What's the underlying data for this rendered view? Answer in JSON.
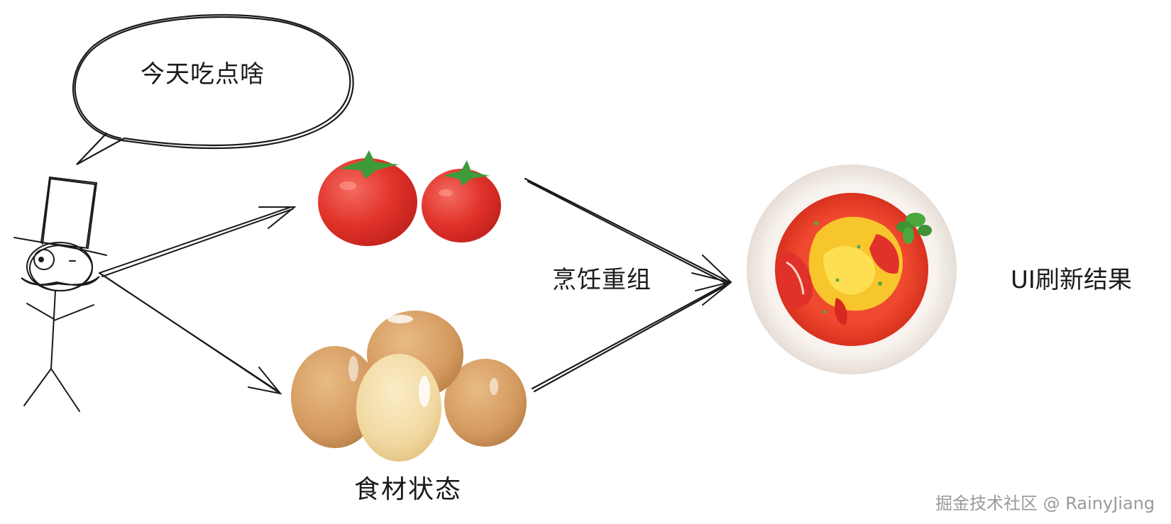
{
  "speech_bubble": {
    "text": "今天吃点啥"
  },
  "labels": {
    "cook_step": "烹饪重组",
    "ingredients_state": "食材状态",
    "ui_result": "UI刷新结果"
  },
  "watermark": {
    "text": "掘金技术社区 @ RainyJiang"
  },
  "icons": {
    "character": "stick-figure-top-hat-icon",
    "tomatoes": "tomatoes-icon",
    "eggs": "eggs-icon",
    "dish": "tomato-egg-dish-icon"
  },
  "colors": {
    "tomato": "#e0322a",
    "egg": "#d9a26a",
    "egg_light": "#f3dfae",
    "plate": "#f7f1ec",
    "ink": "#1a1a1a"
  }
}
